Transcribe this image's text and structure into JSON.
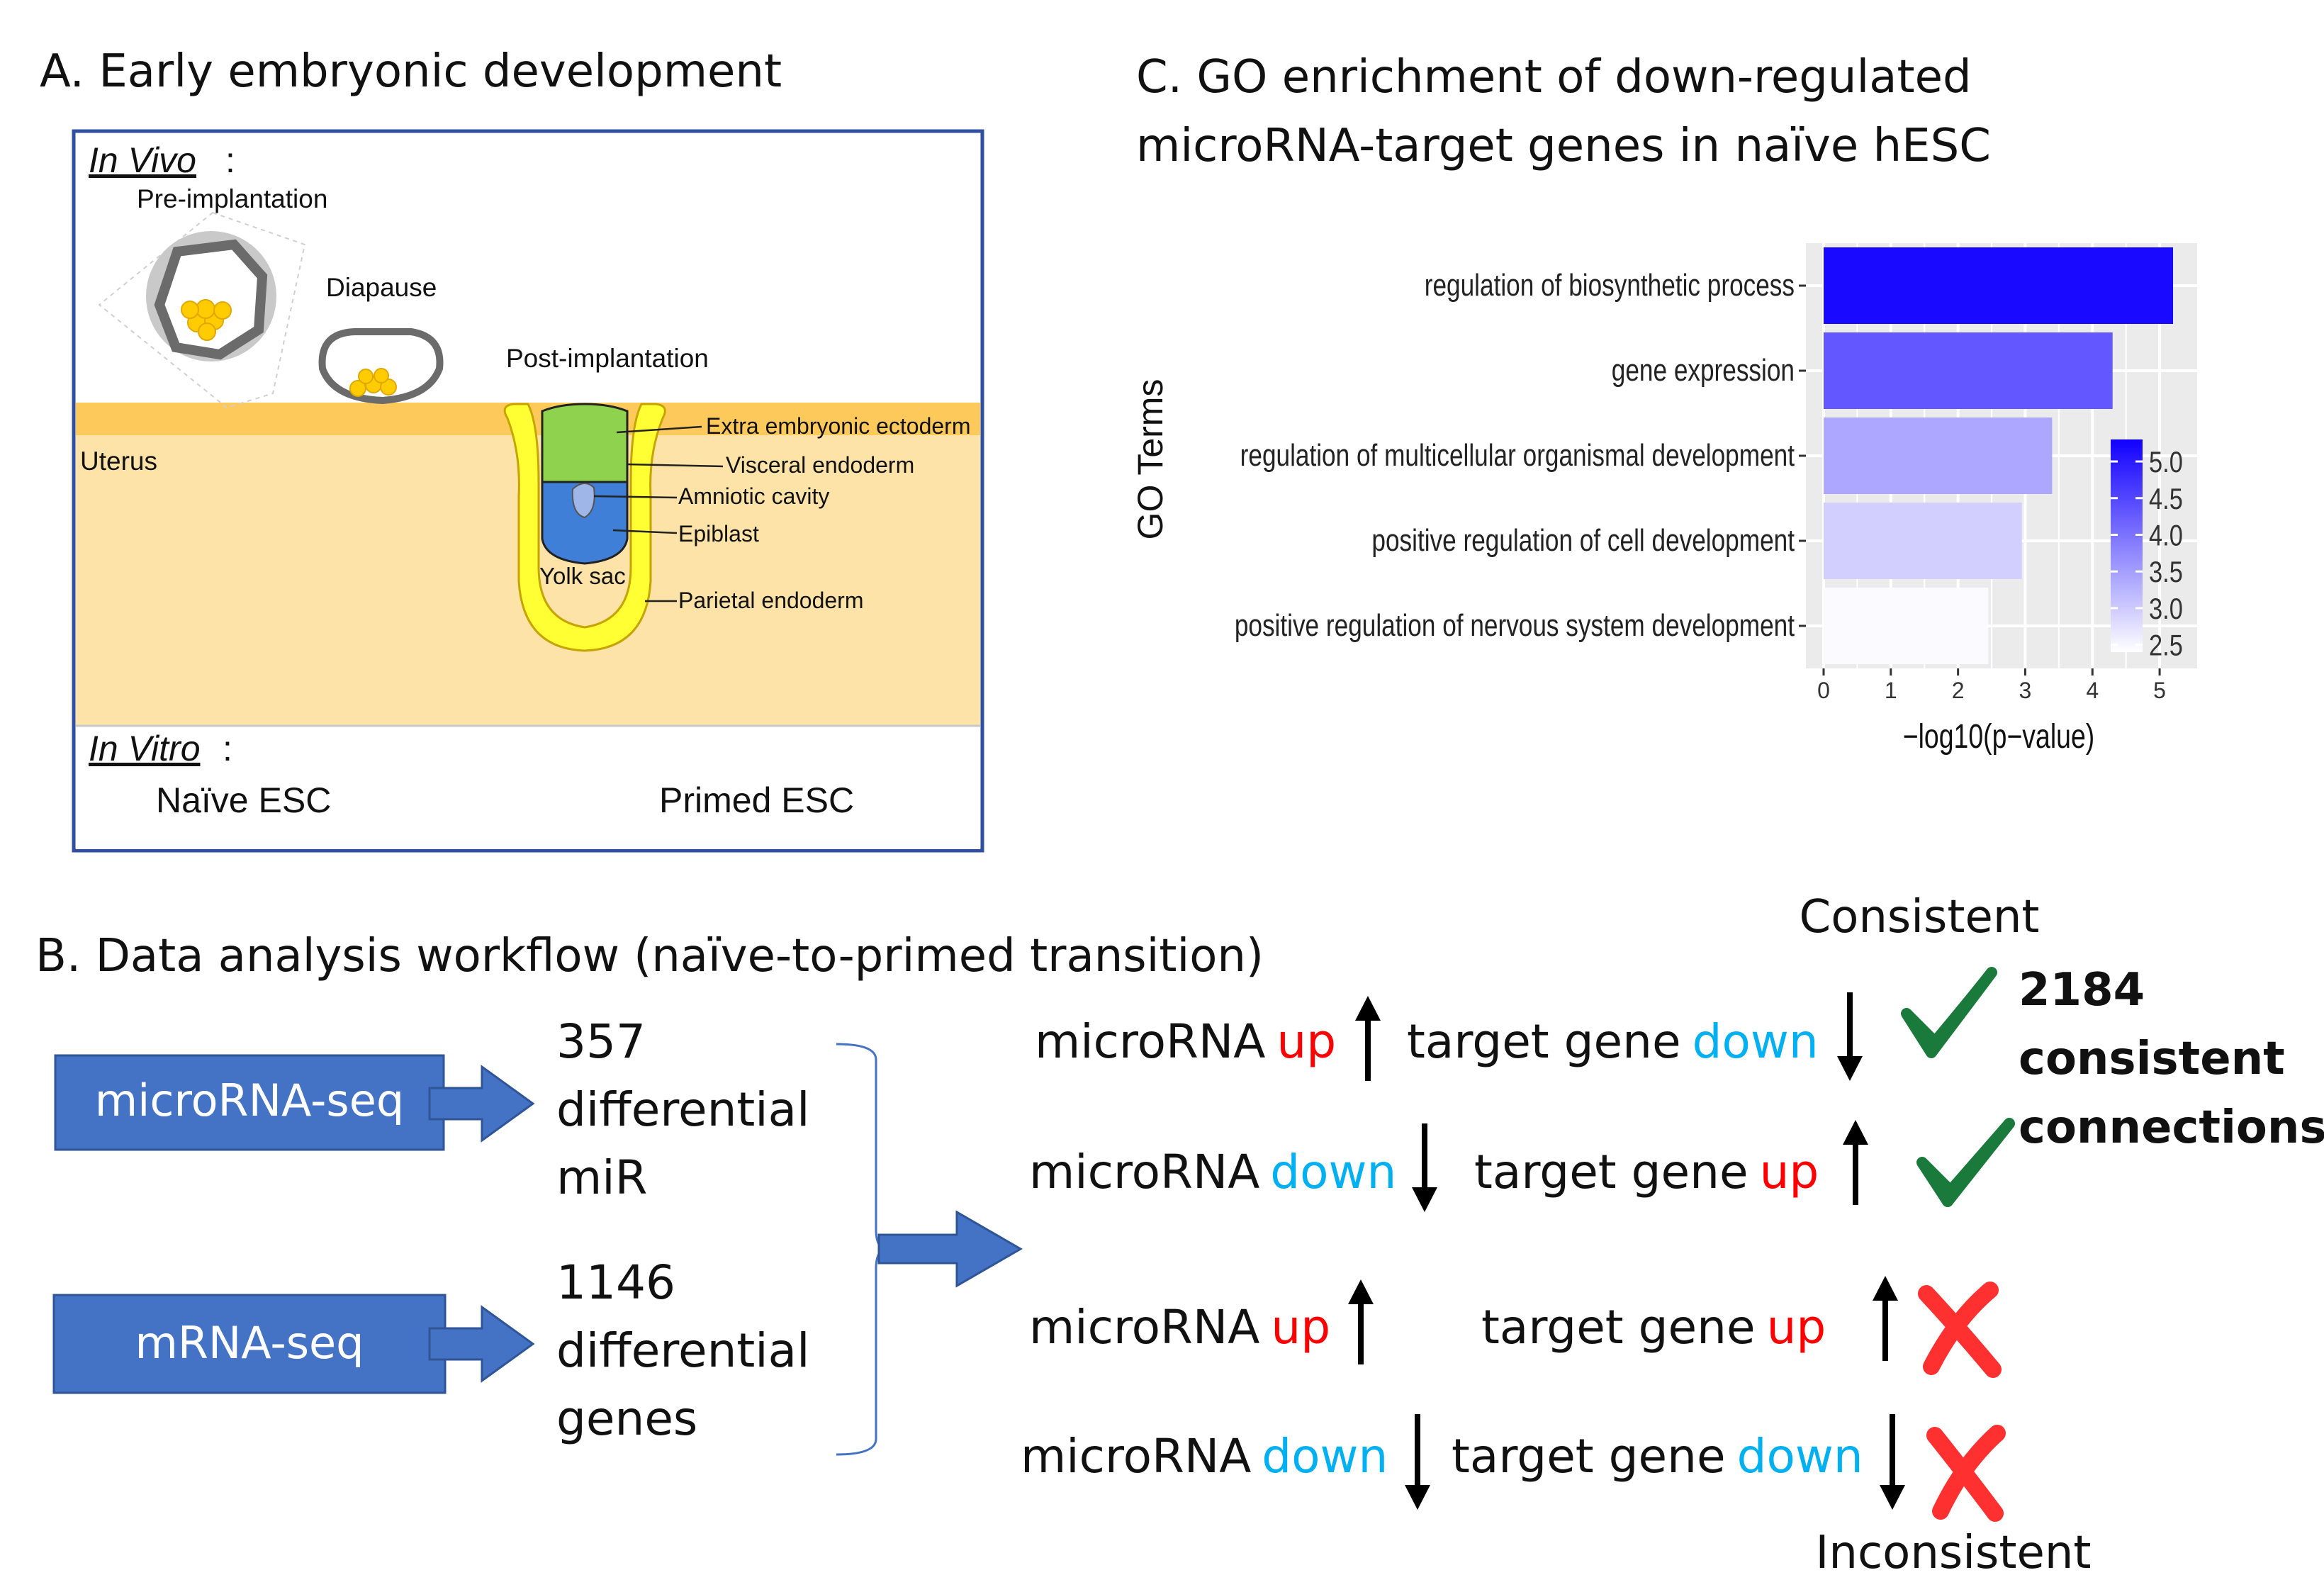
{
  "panel_a": {
    "title": "A. Early embryonic development",
    "in_vivo": "In Vivo",
    "in_vitro": "In Vitro",
    "colon": ":",
    "labels": {
      "pre_implantation": "Pre-implantation",
      "diapause": "Diapause",
      "post_implantation": "Post-implantation",
      "uterus": "Uterus",
      "extra_embryonic_ectoderm": "Extra embryonic ectoderm",
      "visceral_endoderm": "Visceral endoderm",
      "amniotic_cavity": "Amniotic cavity",
      "epiblast": "Epiblast",
      "yolk_sac": "Yolk sac",
      "parietal_endoderm": "Parietal endoderm"
    },
    "naive_esc": "Naïve ESC",
    "primed_esc": "Primed ESC"
  },
  "panel_b": {
    "title": "B. Data analysis workflow (naïve-to-primed transition)",
    "boxes": [
      {
        "label": "microRNA-seq",
        "result": [
          "357",
          "differential",
          "miR"
        ]
      },
      {
        "label": "mRNA-seq",
        "result": [
          "1146",
          "differential",
          "genes"
        ]
      }
    ],
    "consistent": "Consistent",
    "inconsistent": "Inconsistent",
    "consistent_count": [
      "2184",
      "consistent",
      "connections"
    ],
    "rows": [
      {
        "mirna": "microRNA",
        "mirna_dir": "up",
        "mirna_arrow": "up",
        "target": "target gene",
        "target_dir": "down",
        "target_arrow": "down",
        "mark": "check"
      },
      {
        "mirna": "microRNA",
        "mirna_dir": "down",
        "mirna_arrow": "down",
        "target": "target gene",
        "target_dir": "up",
        "target_arrow": "up",
        "mark": "check"
      },
      {
        "mirna": "microRNA",
        "mirna_dir": "up",
        "mirna_arrow": "up",
        "target": "target gene",
        "target_dir": "up",
        "target_arrow": "up",
        "mark": "cross"
      },
      {
        "mirna": "microRNA",
        "mirna_dir": "down",
        "mirna_arrow": "down",
        "target": "target gene",
        "target_dir": "down",
        "target_arrow": "down",
        "mark": "cross"
      }
    ],
    "colors": {
      "up": "#ff0000",
      "down": "#00b0f0",
      "box": "#4472c4",
      "check": "#1a7a3c",
      "cross": "#ff3030"
    }
  },
  "panel_c": {
    "title_line1": "C. GO enrichment of down-regulated",
    "title_line2": "microRNA-target genes in naïve hESC"
  },
  "chart_data": {
    "type": "bar",
    "orientation": "horizontal",
    "categories": [
      "regulation of biosynthetic process",
      "gene expression",
      "regulation of multicellular organismal development",
      "positive regulation of cell development",
      "positive regulation of nervous system development"
    ],
    "values": [
      5.2,
      4.3,
      3.4,
      2.95,
      2.45
    ],
    "xlabel": "−log10(p−value)",
    "ylabel": "GO Terms",
    "xlim": [
      0,
      5.4
    ],
    "xticks": [
      "0",
      "1",
      "2",
      "3",
      "4",
      "5"
    ],
    "grid": true,
    "legend": {
      "position": "right",
      "ticks": [
        "5.0",
        "4.5",
        "4.0",
        "3.5",
        "3.0",
        "2.5"
      ],
      "low_color": "#ffffff",
      "high_color": "#1100ff"
    }
  }
}
